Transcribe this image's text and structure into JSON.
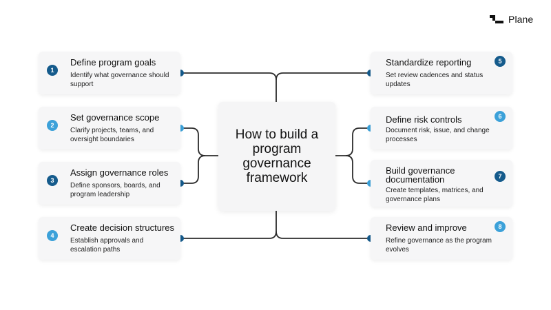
{
  "brand": {
    "name": "Plane"
  },
  "center": {
    "title": "How to build a program governance framework"
  },
  "colors": {
    "dark": "#155b8c",
    "light": "#3ca1d9",
    "line": "#2b2b2b"
  },
  "steps": [
    {
      "number": "1",
      "title": "Define program goals",
      "description": "Identify what governance should support"
    },
    {
      "number": "2",
      "title": "Set governance scope",
      "description": "Clarify projects, teams, and oversight boundaries"
    },
    {
      "number": "3",
      "title": "Assign governance roles",
      "description": "Define sponsors, boards, and program leadership"
    },
    {
      "number": "4",
      "title": "Create decision structures",
      "description": "Establish approvals and escalation paths"
    },
    {
      "number": "5",
      "title": "Standardize reporting",
      "description": "Set review cadences and status updates"
    },
    {
      "number": "6",
      "title": "Define risk controls",
      "description": "Document risk, issue, and change processes"
    },
    {
      "number": "7",
      "title": "Build governance documentation",
      "description": "Create templates, matrices, and governance plans"
    },
    {
      "number": "8",
      "title": "Review and improve",
      "description": "Refine governance as the program evolves"
    }
  ]
}
